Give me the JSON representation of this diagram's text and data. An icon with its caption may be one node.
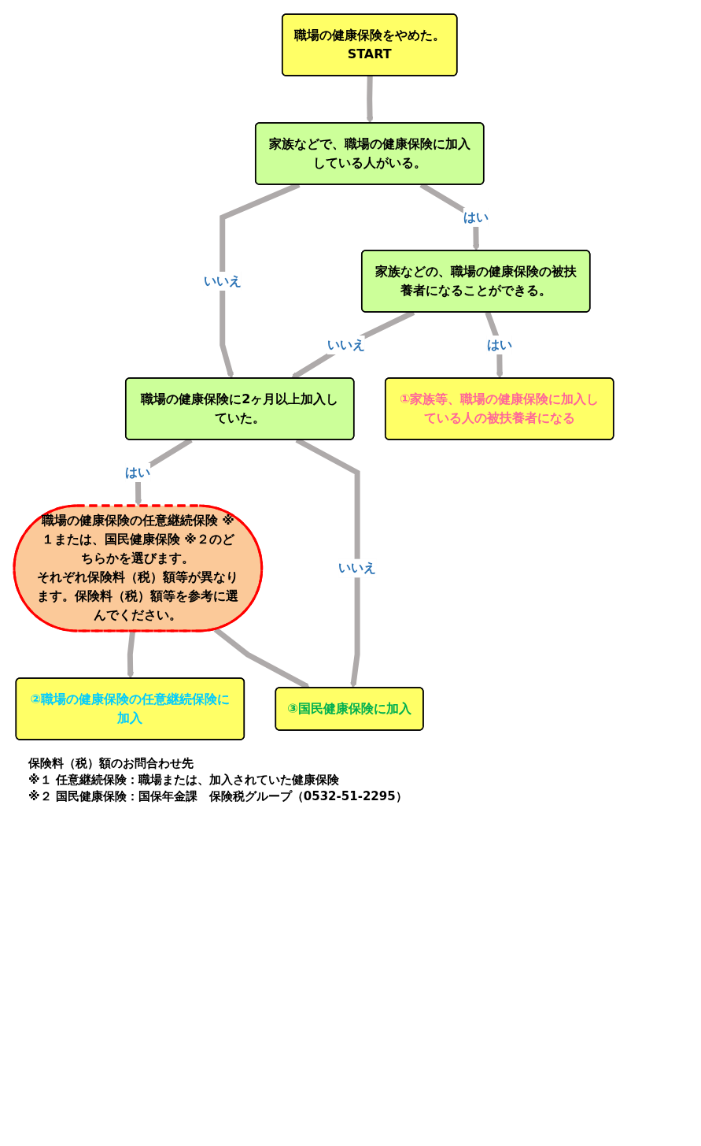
{
  "diagram": {
    "nodes": [
      {
        "text": [
          "職場の健康保険をやめた。",
          "START"
        ]
      },
      {
        "text": [
          "家族などで、職場の健康保険に加入している人がいる。"
        ]
      },
      {
        "text": [
          "家族などの、職場の健康保険の被扶養者になることができる。"
        ]
      },
      {
        "text": [
          "職場の健康保険に2ヶ月以上加入していた。"
        ]
      },
      {
        "text": [
          "職場の健康保険の任意継続保険 ※１または、国民健康保険 ※２のどちらかを選びます。",
          "それぞれ保険料（税）額等が異なります。保険料（税）額等を参考に選んでください。"
        ]
      },
      {
        "text": [
          "①家族等、職場の健康保険に加入している人の被扶養者になる"
        ]
      },
      {
        "text": [
          "②職場の健康保険の任意継続保険に加入"
        ]
      },
      {
        "text": [
          "③国民健康保険に加入"
        ]
      }
    ],
    "edges": [
      {
        "from": 0,
        "to": 1,
        "arrow": "to"
      },
      {
        "from": 1,
        "to": 2,
        "label": "はい",
        "arrow": "to"
      },
      {
        "from": 1,
        "to": 3,
        "label": "いいえ",
        "arrow": "to"
      },
      {
        "from": 2,
        "to": 3,
        "label": "いいえ",
        "arrow": "to"
      },
      {
        "from": 3,
        "to": 4,
        "label": "はい",
        "arrow": "to"
      },
      {
        "from": 2,
        "to": 5,
        "label": "はい",
        "arrow": "to"
      },
      {
        "from": 4,
        "to": 6,
        "arrow": "to"
      },
      {
        "from": 4,
        "to": 7,
        "arrow": "to"
      },
      {
        "from": 3,
        "to": 7,
        "label": "いいえ",
        "arrow": "to"
      }
    ],
    "labels": [
      "保険料（税）額のお問合わせ先",
      "※１ 任意継続保険：職場または、加入されていた健康保険",
      "※２ 国民健康保険：国保年金課　保険税グループ（0532-51-2295）"
    ]
  }
}
